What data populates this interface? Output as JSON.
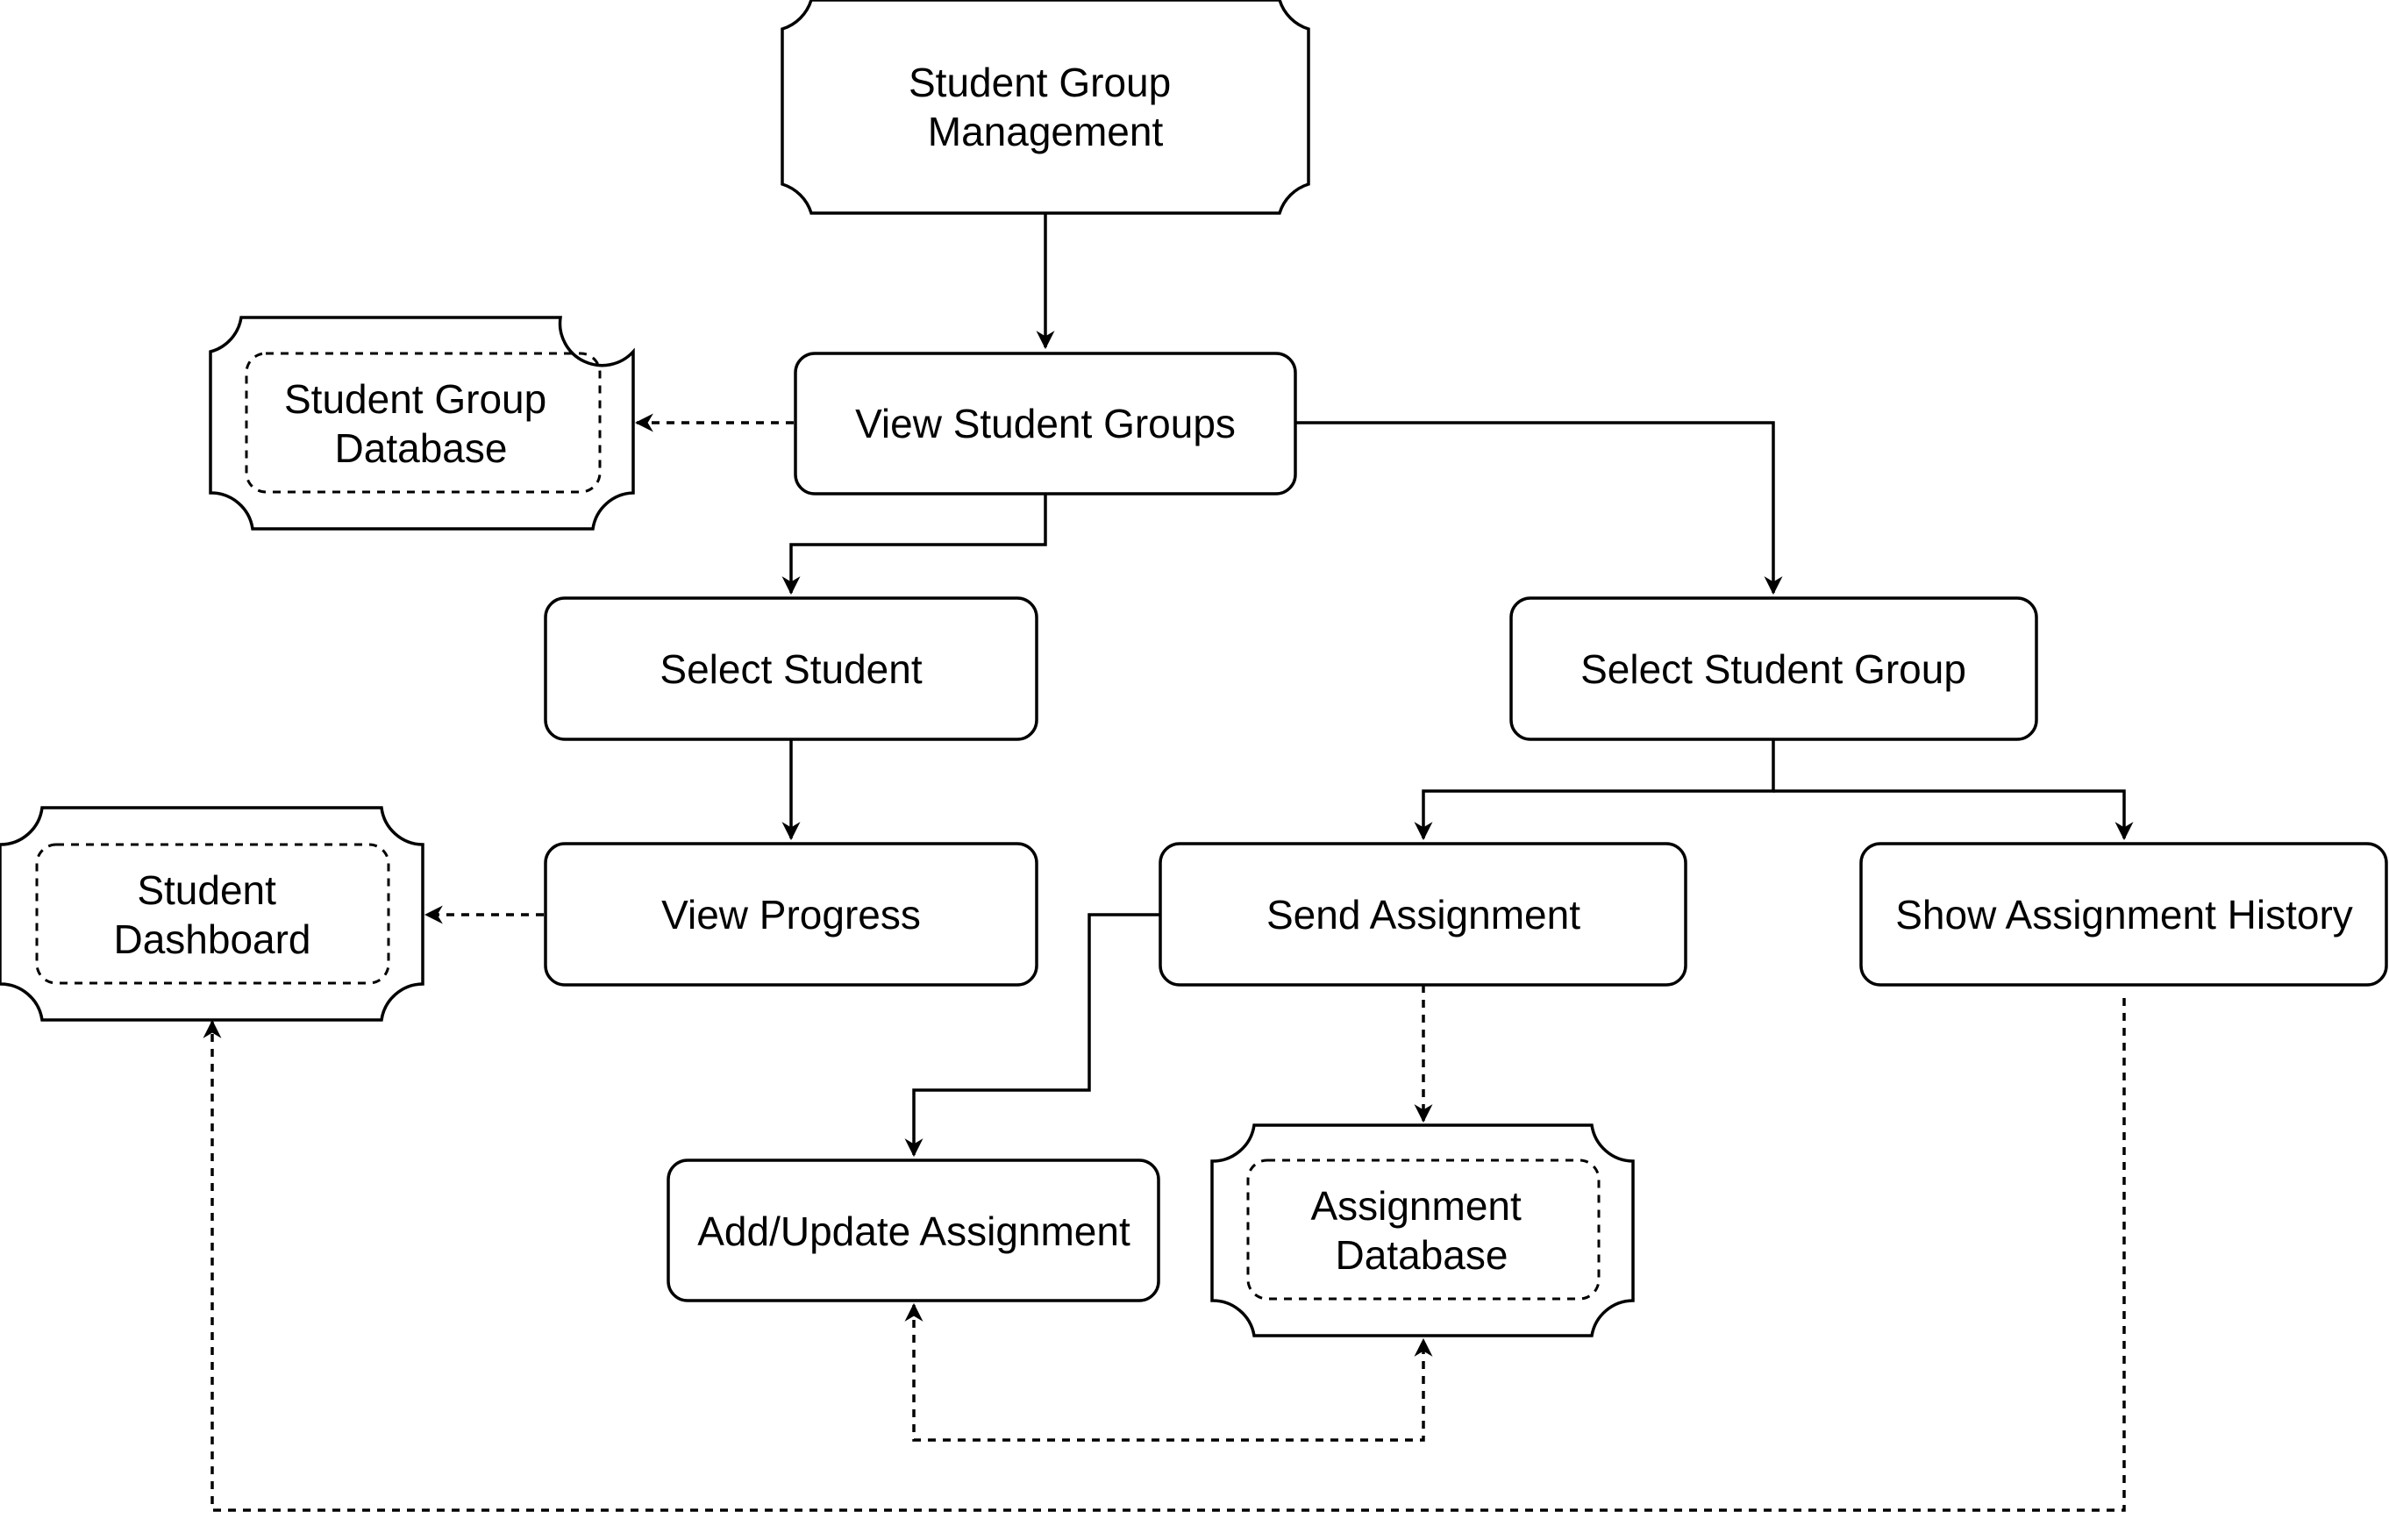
{
  "nodes": {
    "root": {
      "lines": [
        "Student Group",
        "Management"
      ],
      "shape": "plaque"
    },
    "view_groups": {
      "lines": [
        "View Student Groups"
      ],
      "shape": "rounded-rect"
    },
    "group_db": {
      "lines": [
        "Student Group",
        "Database"
      ],
      "shape": "plaque-double"
    },
    "select_student": {
      "lines": [
        "Select Student"
      ],
      "shape": "rounded-rect"
    },
    "select_group": {
      "lines": [
        "Select Student Group"
      ],
      "shape": "rounded-rect"
    },
    "dashboard": {
      "lines": [
        "Student",
        "Dashboard"
      ],
      "shape": "plaque-double"
    },
    "view_progress": {
      "lines": [
        "View Progress"
      ],
      "shape": "rounded-rect"
    },
    "send_assignment": {
      "lines": [
        "Send Assignment"
      ],
      "shape": "rounded-rect"
    },
    "show_history": {
      "lines": [
        "Show Assignment History"
      ],
      "shape": "rounded-rect"
    },
    "add_update": {
      "lines": [
        "Add/Update Assignment"
      ],
      "shape": "rounded-rect"
    },
    "assignment_db": {
      "lines": [
        "Assignment",
        "Database"
      ],
      "shape": "plaque-double"
    }
  },
  "edges": [
    {
      "from": "root",
      "to": "view_groups",
      "style": "solid",
      "arrow": "end"
    },
    {
      "from": "view_groups",
      "to": "group_db",
      "style": "dashed",
      "arrow": "end"
    },
    {
      "from": "view_groups",
      "to": "select_student",
      "style": "solid",
      "arrow": "end"
    },
    {
      "from": "view_groups",
      "to": "select_group",
      "style": "solid",
      "arrow": "end"
    },
    {
      "from": "select_student",
      "to": "view_progress",
      "style": "solid",
      "arrow": "end"
    },
    {
      "from": "view_progress",
      "to": "dashboard",
      "style": "dashed",
      "arrow": "end"
    },
    {
      "from": "select_group",
      "to": "send_assignment",
      "style": "solid",
      "arrow": "end"
    },
    {
      "from": "select_group",
      "to": "show_history",
      "style": "solid",
      "arrow": "end"
    },
    {
      "from": "send_assignment",
      "to": "add_update",
      "style": "solid",
      "arrow": "end"
    },
    {
      "from": "send_assignment",
      "to": "assignment_db",
      "style": "dashed",
      "arrow": "end"
    },
    {
      "from": "add_update",
      "to": "assignment_db",
      "style": "dashed",
      "arrow": "both"
    },
    {
      "from": "show_history",
      "to": "dashboard",
      "style": "dashed",
      "arrow": "end"
    }
  ]
}
